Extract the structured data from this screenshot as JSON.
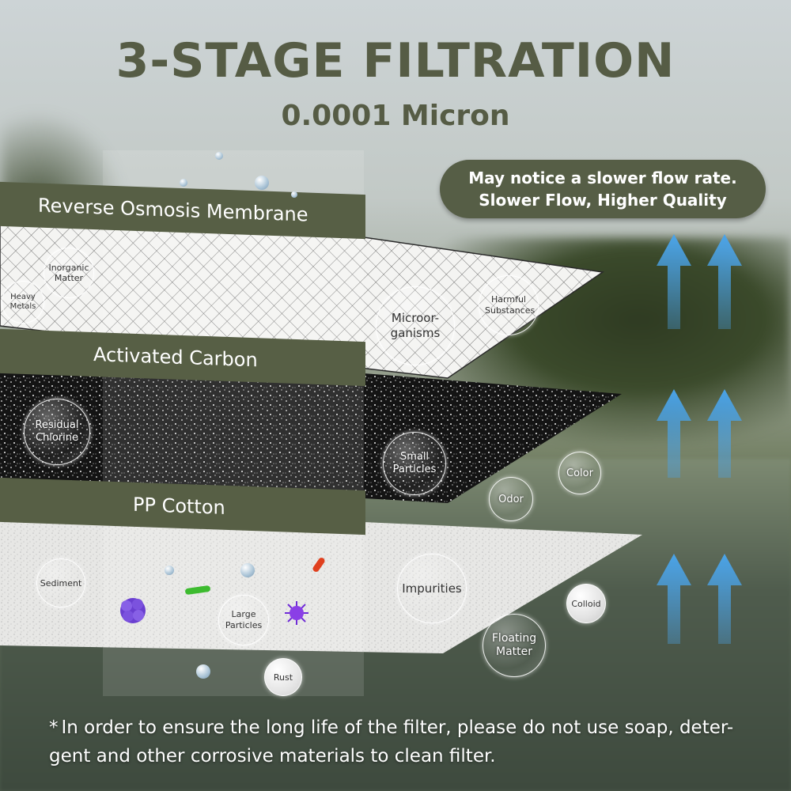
{
  "title": "3-STAGE FILTRATION",
  "subtitle": "0.0001 Micron",
  "notice": {
    "line1": "May notice a slower flow rate.",
    "line2": "Slower Flow, Higher Quality"
  },
  "stages": [
    {
      "name": "Reverse Osmosis Membrane",
      "bubbles": [
        "Inorganic Matter",
        "Heavy Metals",
        "Microor- ganisms",
        "Harmful Substances"
      ]
    },
    {
      "name": "Activated Carbon",
      "bubbles": [
        "Residual Chlorine",
        "Small Particles"
      ]
    },
    {
      "name": "PP Cotton",
      "bubbles": [
        "Sediment",
        "Large Particles",
        "Impurities",
        "Rust"
      ]
    }
  ],
  "floating_bubbles": [
    "Color",
    "Odor",
    "Colloid",
    "Floating Matter"
  ],
  "footnote": "In order to ensure the long life of the filter, please do not use soap, deter- gent and other corrosive materials to clean filter.",
  "footnote_marker": "*",
  "colors": {
    "band": "#575f45",
    "title": "#565c45",
    "arrow": "#4aa3e8"
  }
}
